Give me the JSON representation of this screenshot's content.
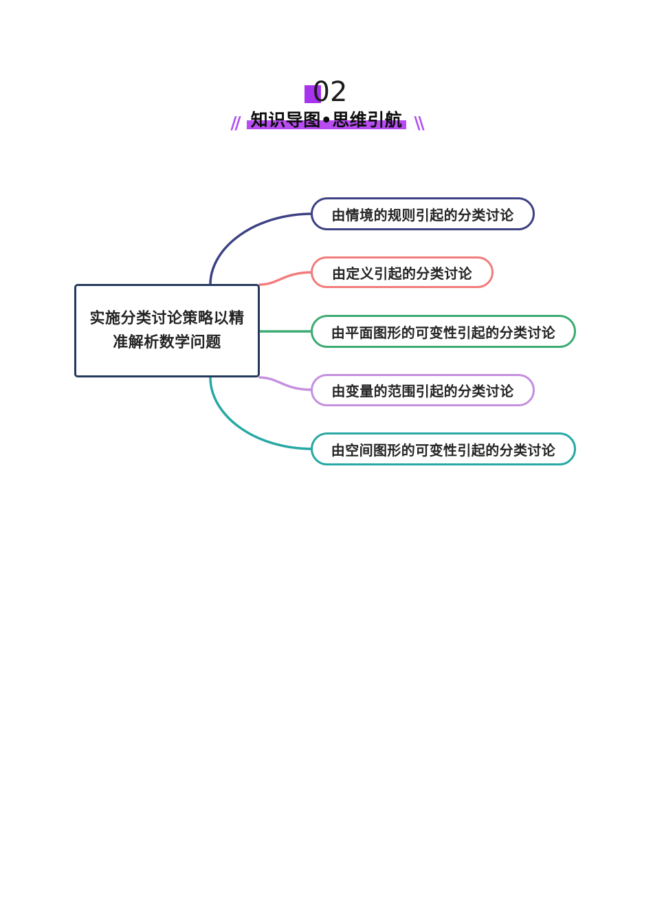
{
  "page": {
    "background_color": "#ffffff"
  },
  "header": {
    "section_number": "02",
    "square_color": "#a733ef",
    "title": "知识导图•思维引航",
    "highlight_color": "#b84cf2",
    "slash_left": "//",
    "slash_right": "\\\\",
    "slash_color": "#b14ff0"
  },
  "mindmap": {
    "central": {
      "label": "实施分类讨论策略以精准解析数学问题",
      "border_color": "#23395b"
    },
    "branches": [
      {
        "label": "由情境的规则引起的分类讨论",
        "color": "#3c4183"
      },
      {
        "label": "由定义引起的分类讨论",
        "color": "#f37b7b"
      },
      {
        "label": "由平面图形的可变性引起的分类讨论",
        "color": "#3cab72"
      },
      {
        "label": "由变量的范围引起的分类讨论",
        "color": "#c48fdf"
      },
      {
        "label": "由空间图形的可变性引起的分类讨论",
        "color": "#26a8a4"
      }
    ]
  }
}
